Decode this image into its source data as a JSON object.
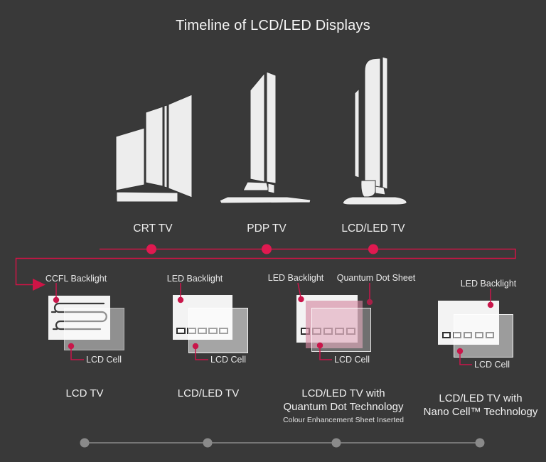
{
  "title": "Timeline of LCD/LED Displays",
  "colors": {
    "background": "#393939",
    "accent_red_line": "#cf1446",
    "accent_red_dot": "#e01950",
    "panel_white": "#f3f3f3",
    "quantum_pink": "rgba(213,136,161,0.64)",
    "bottom_timeline_gray": "#8f8f8f",
    "text": "#ededed"
  },
  "era_timeline": {
    "items": [
      {
        "label": "CRT TV",
        "icon": "crt-tv-side-icon"
      },
      {
        "label": "PDP TV",
        "icon": "pdp-tv-side-icon"
      },
      {
        "label": "LCD/LED TV",
        "icon": "lcd-led-tv-side-icon"
      }
    ]
  },
  "panels": [
    {
      "labels": {
        "backlight": "CCFL Backlight",
        "cell": "LCD Cell"
      },
      "caption_lines": [
        "LCD TV"
      ]
    },
    {
      "labels": {
        "backlight": "LED Backlight",
        "cell": "LCD Cell"
      },
      "caption_lines": [
        "LCD/LED TV"
      ]
    },
    {
      "labels": {
        "backlight": "LED Backlight",
        "sheet": "Quantum Dot Sheet",
        "cell": "LCD Cell"
      },
      "caption_lines": [
        "LCD/LED TV with",
        "Quantum Dot Technology"
      ],
      "subcaption": "Colour Enhancement Sheet Inserted"
    },
    {
      "labels": {
        "backlight": "LED Backlight",
        "cell": "LCD Cell"
      },
      "caption_lines": [
        "LCD/LED TV with",
        "Nano Cell™ Technology"
      ]
    }
  ]
}
